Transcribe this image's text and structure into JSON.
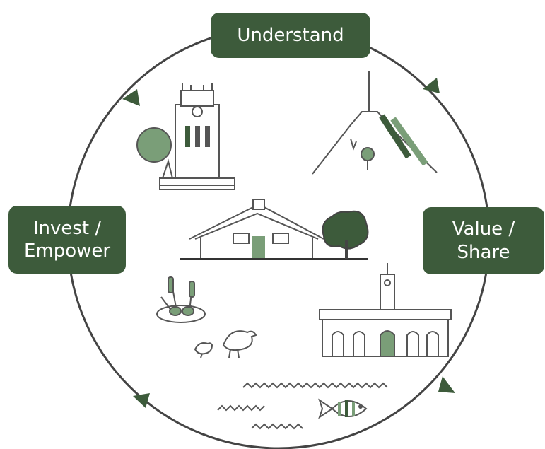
{
  "colors": {
    "accent": "#3d5b3b",
    "line": "#444444",
    "fill_green": "#7a9e78",
    "light_green": "#8fae8c"
  },
  "stages": {
    "top": {
      "label": "Understand"
    },
    "left": {
      "line1": "Invest /",
      "line2": "Empower"
    },
    "right": {
      "line1": "Value /",
      "line2": "Share"
    }
  },
  "illustrations": [
    "clock-tower-icon",
    "mountain-icon",
    "meeting-house-icon",
    "tree-icon",
    "bulrush-nest-icon",
    "birds-icon",
    "town-hall-icon",
    "river-icon",
    "fish-icon"
  ]
}
